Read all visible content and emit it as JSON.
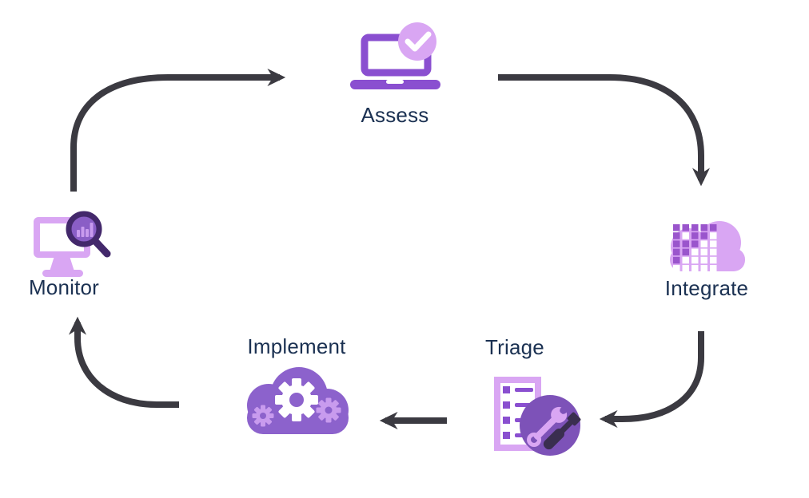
{
  "diagram": {
    "name": "process-cycle",
    "flow_direction": "clockwise",
    "stages": [
      {
        "label": "Assess",
        "icon": "laptop-checkmark-icon"
      },
      {
        "label": "Integrate",
        "icon": "pixel-data-cloud-icon"
      },
      {
        "label": "Triage",
        "icon": "checklist-tools-icon"
      },
      {
        "label": "Implement",
        "icon": "gears-cloud-icon"
      },
      {
        "label": "Monitor",
        "icon": "monitor-magnifier-chart-icon"
      }
    ],
    "connections": [
      {
        "from": "Assess",
        "to": "Integrate"
      },
      {
        "from": "Integrate",
        "to": "Triage"
      },
      {
        "from": "Triage",
        "to": "Implement"
      },
      {
        "from": "Implement",
        "to": "Monitor"
      },
      {
        "from": "Monitor",
        "to": "Assess"
      }
    ]
  },
  "colors": {
    "background": "#ffffff",
    "arrow": "#3b3a41",
    "label-text": "#1b3152",
    "purple-strong": "#8a4fd0",
    "purple-mid": "#8c62cc",
    "purple-circle": "#7d52b8",
    "purple-light": "#d9a6f3",
    "purple-soft": "#c89bee",
    "purple-grid": "#9a55cc",
    "magnifier-rim": "#43286b",
    "magnifier-lens": "#8a5ec6",
    "tool-dark": "#3a2e50"
  }
}
